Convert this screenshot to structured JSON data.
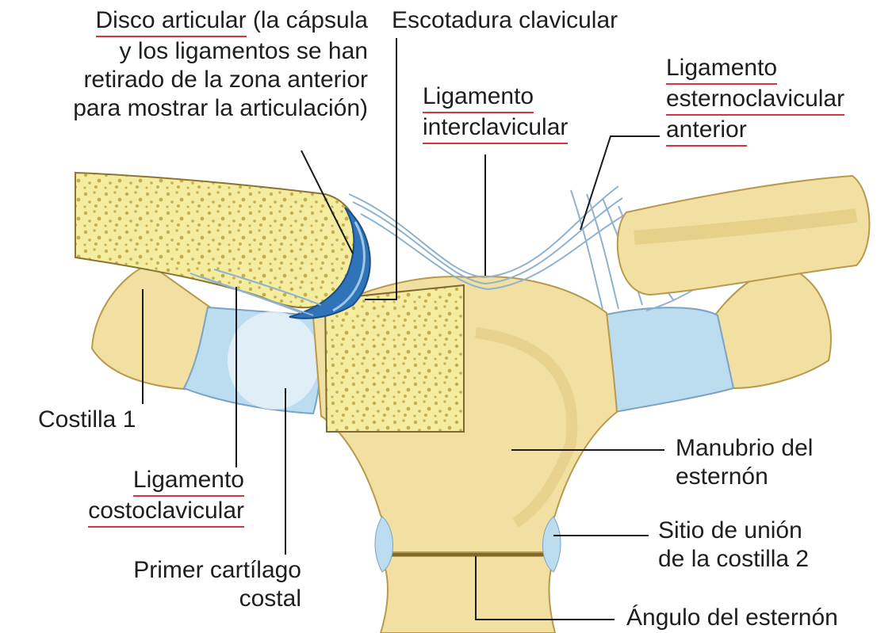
{
  "colors": {
    "bone": "#f2dfa2",
    "bone_dark": "#e3c97f",
    "cancellous": "#f4ec9f",
    "cartilage": "#bcdcef",
    "disc": "#2f74b8",
    "line": "#1a1a1a",
    "underline": "#d9333f"
  },
  "labels": {
    "disco": {
      "line1_ul": "Disco articular",
      "line1_rest": " (la cápsula",
      "line2": "y los ligamentos se han",
      "line3": "retirado de la zona anterior",
      "line4": "para mostrar la articulación)"
    },
    "escotadura": "Escotadura clavicular",
    "interclav": {
      "line1": "Ligamento",
      "line2": "interclavicular"
    },
    "esternoclav": {
      "line1": "Ligamento",
      "line2": "esternoclavicular",
      "line3": "anterior"
    },
    "costilla1": "Costilla 1",
    "costoclav": {
      "line1": "Ligamento",
      "line2": "costoclavicular"
    },
    "primer": {
      "line1": "Primer cartílago",
      "line2": "costal"
    },
    "manubrio": {
      "line1": "Manubrio del",
      "line2": "esternón"
    },
    "sitio": {
      "line1": "Sitio de unión",
      "line2": "de la costilla 2"
    },
    "angulo": "Ángulo del esternón"
  }
}
